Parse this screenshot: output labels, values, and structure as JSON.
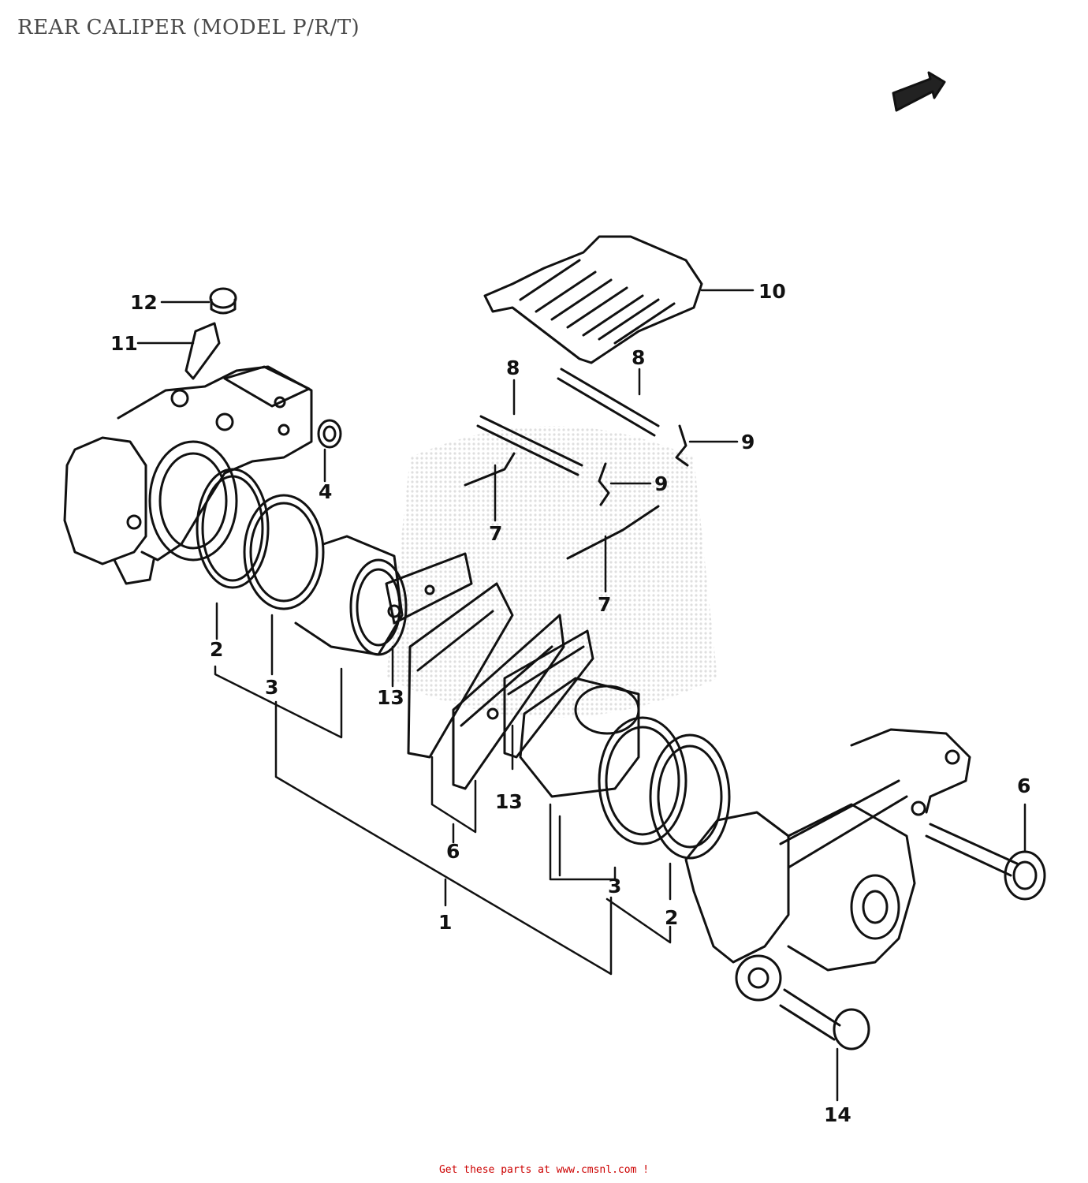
{
  "title": "REAR CALIPER (MODEL P/R/T)",
  "footer": "Get these parts at www.cmsnl.com !",
  "callouts": [
    "12",
    "11",
    "10",
    "8",
    "8",
    "9",
    "9",
    "4",
    "7",
    "7",
    "2",
    "3",
    "13",
    "13",
    "6",
    "1",
    "3",
    "2",
    "6",
    "14"
  ],
  "icons": {
    "direction": "front-arrow-icon",
    "watermark": "watermark-logo"
  },
  "colors": {
    "line": "#111111",
    "title": "#4a4a4a",
    "footer": "#cc0000"
  }
}
